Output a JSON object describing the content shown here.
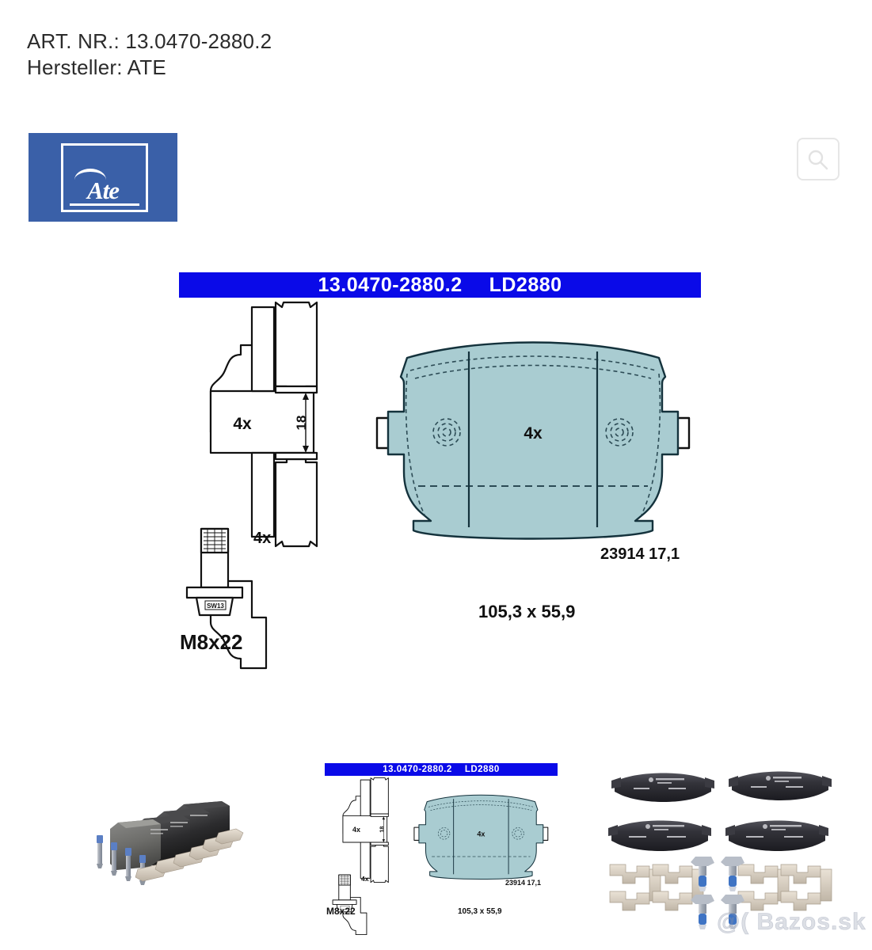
{
  "header": {
    "article_line": "ART. NR.: 13.0470-2880.2",
    "manufacturer_line": "Hersteller: ATE"
  },
  "brand": {
    "name": "Ate",
    "logo_background": "#3a60a8",
    "logo_foreground": "#ffffff"
  },
  "search": {
    "icon": "search-icon",
    "label": ""
  },
  "main_diagram": {
    "banner": {
      "part_number": "13.0470-2880.2",
      "pad_code": "LD2880",
      "background": "#0a0ae8",
      "text_color": "#ffffff"
    },
    "accessory_clip": {
      "quantity_label": "4x",
      "thickness_label": "18"
    },
    "bolt": {
      "quantity_label": "4x",
      "wrench_size_label": "SW13",
      "spec_label": "M8x22"
    },
    "brake_pad": {
      "quantity_label": "4x",
      "wva_label": "23914 17,1",
      "dimensions_label": "105,3 x 55,9",
      "pad_fill_color": "#a9ccd1",
      "outline_color": "#14323c"
    }
  },
  "thumbnails": [
    {
      "name": "product-photo-pads-bolts-clips",
      "caption": ""
    },
    {
      "name": "technical-drawing-thumbnail",
      "banner_part_number": "13.0470-2880.2",
      "banner_pad_code": "LD2880",
      "clip_quantity_label": "4x",
      "clip_thickness_label": "18",
      "bolt_quantity_label": "4x",
      "bolt_spec_label": "M8x22",
      "pad_quantity_label": "4x",
      "wva_label": "23914 17,1",
      "dimensions_label": "105,3 x 55,9"
    },
    {
      "name": "product-photo-pads-and-hardware",
      "caption": ""
    }
  ],
  "watermark": {
    "text": "@( Bazos.sk"
  }
}
